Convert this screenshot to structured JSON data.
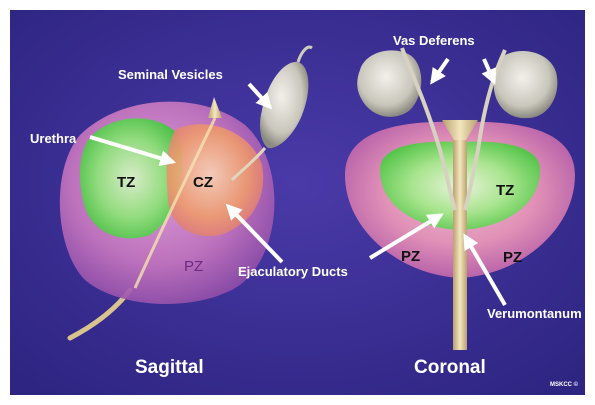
{
  "labels": {
    "seminal_vesicles": "Seminal Vesicles",
    "urethra": "Urethra",
    "vas_deferens": "Vas Deferens",
    "ejaculatory_ducts": "Ejaculatory Ducts",
    "verumontanum": "Verumontanum"
  },
  "zones": {
    "sagittal_tz": "TZ",
    "sagittal_cz": "CZ",
    "sagittal_pz": "PZ",
    "coronal_tz": "TZ",
    "coronal_pz_left": "PZ",
    "coronal_pz_right": "PZ"
  },
  "views": {
    "sagittal": "Sagittal",
    "coronal": "Coronal"
  },
  "credit": "MSKCC ©",
  "colors": {
    "background": "#3b2f93",
    "pz": "#c978c0",
    "tz": "#5fd45a",
    "cz": "#e78a5a",
    "vesicle": "#d8d6cc",
    "label": "#ffffff"
  }
}
